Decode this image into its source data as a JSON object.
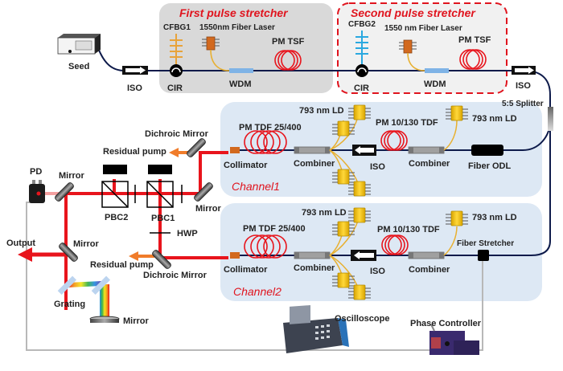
{
  "colors": {
    "fiber": "#0d1a4a",
    "laser_beam": "#e8141c",
    "pump": "#f07c2a",
    "stretcher1_bg": "#d9d9d9",
    "stretcher2_border": "#e0141e",
    "channel_bg": "#dde8f4",
    "cfbg1": "#e8a33a",
    "cfbg2": "#2aa8e0",
    "ld_yellow": "#f2c300",
    "feedback_line": "#b8b8b8"
  },
  "source": {
    "seed_label": "Seed",
    "iso_label": "ISO"
  },
  "stretcher1": {
    "title": "First pulse stretcher",
    "cfbg_label": "CFBG1",
    "laser_label": "1550nm Fiber Laser",
    "tsf_label": "PM TSF",
    "cir_label": "CIR",
    "wdm_label": "WDM"
  },
  "stretcher2": {
    "title": "Second pulse stretcher",
    "cfbg_label": "CFBG2",
    "laser_label": "1550 nm Fiber Laser",
    "tsf_label": "PM TSF",
    "cir_label": "CIR",
    "wdm_label": "WDM",
    "iso_label": "ISO"
  },
  "splitter_label": "5:5 Splitter",
  "channel1": {
    "name": "Channel1",
    "ld_label_left": "793 nm LD",
    "ld_label_right": "793 nm LD",
    "tdf_big": "PM TDF 25/400",
    "tdf_small": "PM 10/130 TDF",
    "collimator": "Collimator",
    "combiner_left": "Combiner",
    "combiner_right": "Combiner",
    "iso": "ISO",
    "delay": "Fiber ODL"
  },
  "channel2": {
    "name": "Channel2",
    "ld_label_left": "793 nm LD",
    "ld_label_right": "793 nm LD",
    "tdf_big": "PM TDF 25/400",
    "tdf_small": "PM 10/130 TDF",
    "collimator": "Collimator",
    "combiner_left": "Combiner",
    "combiner_right": "Combiner",
    "iso": "ISO",
    "stretcher": "Fiber Stretcher"
  },
  "free_space": {
    "dichroic_top": "Dichroic Mirror",
    "residual_top": "Residual pump",
    "mirror_right": "Mirror",
    "pbc1": "PBC1",
    "pbc2": "PBC2",
    "mirror_left": "Mirror",
    "pd": "PD",
    "hwp": "HWP",
    "dichroic_bottom": "Dichroic Mirror",
    "residual_bottom": "Residual pump",
    "mirror_output": "Mirror",
    "output": "Output",
    "grating": "Grating",
    "mirror_grating": "Mirror"
  },
  "control": {
    "oscilloscope": "Oscilloscope",
    "phase_controller": "Phase Controller"
  }
}
